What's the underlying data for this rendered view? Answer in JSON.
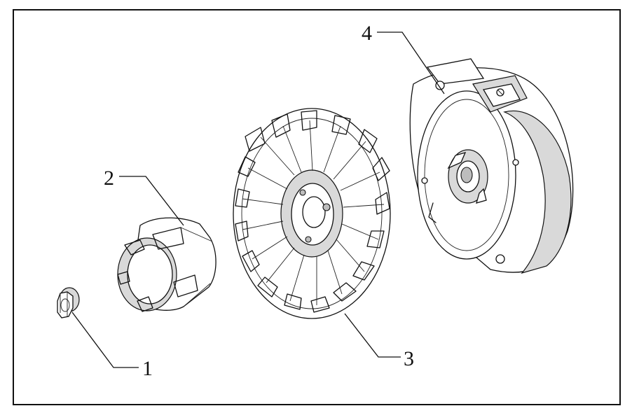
{
  "diagram": {
    "callouts": [
      {
        "id": "1",
        "label": "1"
      },
      {
        "id": "2",
        "label": "2"
      },
      {
        "id": "3",
        "label": "3"
      },
      {
        "id": "4",
        "label": "4"
      }
    ],
    "colors": {
      "line": "#111111",
      "shade": "#d9d9d9",
      "background": "#ffffff"
    }
  }
}
